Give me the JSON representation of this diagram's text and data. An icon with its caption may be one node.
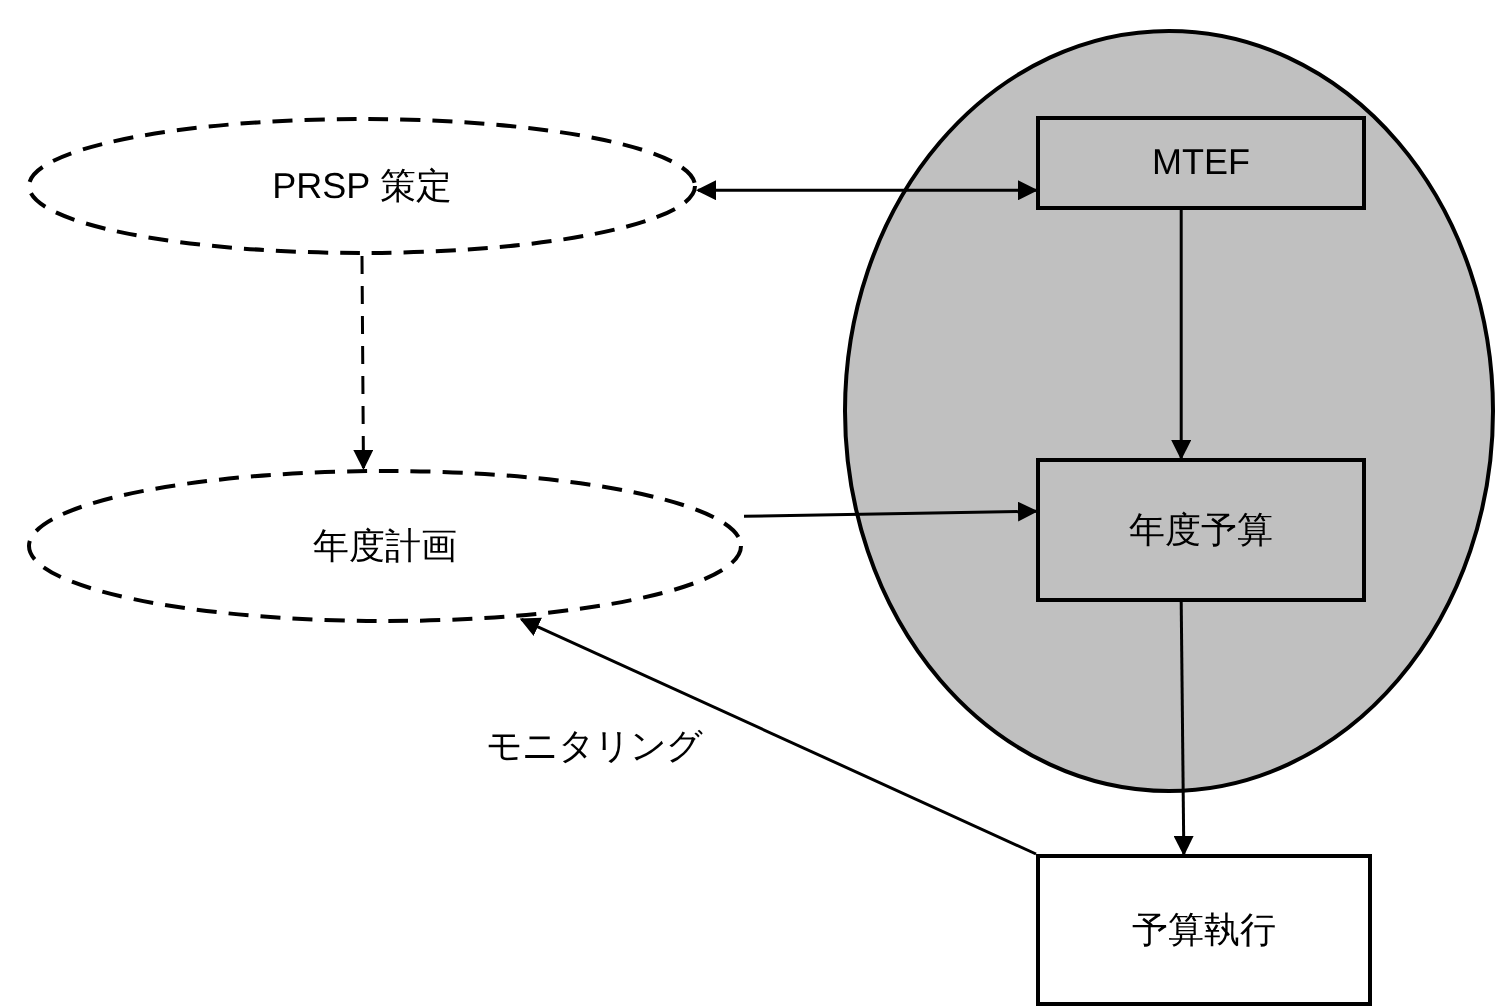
{
  "diagram": {
    "nodes": [
      {
        "text": [
          "PRSP 策定"
        ]
      },
      {
        "text": [],
        "shape": "circle"
      },
      {
        "text": [
          "MTEF"
        ],
        "in": 1
      },
      {
        "text": [
          "年度計画"
        ]
      },
      {
        "text": [
          "年度予算"
        ],
        "in": 1
      },
      {
        "text": [
          "予算執行"
        ]
      }
    ],
    "edges": [
      {
        "from": 0,
        "to": 2,
        "arrow": "both"
      },
      {
        "from": 0,
        "to": 3,
        "arrow": "to",
        "style": "dashed"
      },
      {
        "from": 2,
        "to": 4,
        "arrow": "to"
      },
      {
        "from": 3,
        "to": 4,
        "arrow": "to"
      },
      {
        "from": 4,
        "to": 5,
        "arrow": "to"
      },
      {
        "from": 5,
        "to": 3,
        "arrow": "to",
        "label": "モニタリング"
      }
    ]
  }
}
